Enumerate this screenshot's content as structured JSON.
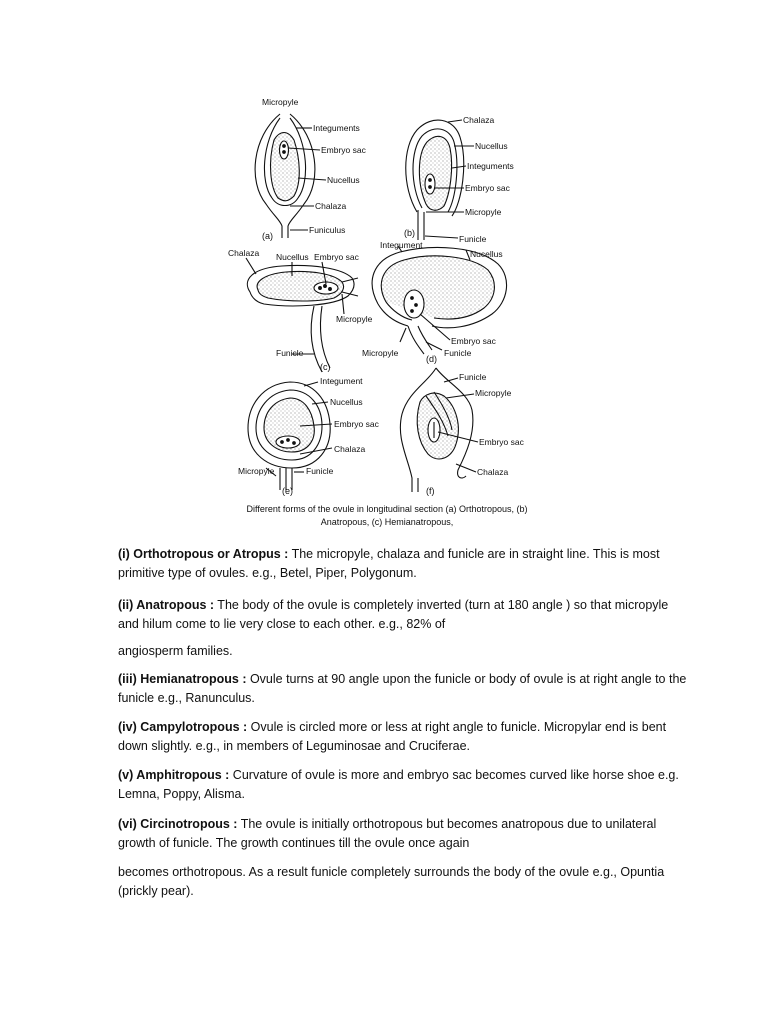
{
  "figure": {
    "a": {
      "tag": "(a)",
      "labels": [
        "Micropyle",
        "Integuments",
        "Embryo sac",
        "Nucellus",
        "Chalaza",
        "Funiculus"
      ]
    },
    "b": {
      "tag": "(b)",
      "labels": [
        "Chalaza",
        "Nucellus",
        "Integuments",
        "Embryo sac",
        "Micropyle",
        "Funicle"
      ]
    },
    "c": {
      "tag": "(c)",
      "labels": [
        "Chalaza",
        "Nucellus",
        "Embryo sac",
        "Micropyle",
        "Funicle"
      ]
    },
    "d": {
      "tag": "(d)",
      "labels": [
        "Integument",
        "Nucellus",
        "Embryo sac",
        "Funicle",
        "Micropyle"
      ]
    },
    "e": {
      "tag": "(e)",
      "labels": [
        "Integument",
        "Nucellus",
        "Embryo sac",
        "Chalaza",
        "Micropyle",
        "Funicle"
      ]
    },
    "f": {
      "tag": "(f)",
      "labels": [
        "Funicle",
        "Micropyle",
        "Embryo sac",
        "Chalaza"
      ]
    },
    "caption_line1": "Different forms of the ovule in longitudinal section (a) Orthotropous, (b)",
    "caption_line2": "Anatropous, (c) Hemianatropous,"
  },
  "paragraphs": [
    {
      "term": "(i) Orthotropous or Atropus :",
      "text": " The micropyle, chalaza and funicle are in straight line. This is most primitive type of ovules. e.g., Betel, Piper, Polygonum."
    },
    {
      "term": "(ii) Anatropous :",
      "text": " The body of the ovule is completely inverted (turn at 180 angle ) so that micropyle and hilum come to lie very close to each other. e.g., 82% of"
    },
    {
      "term": "",
      "text": "angiosperm families."
    },
    {
      "term": "(iii) Hemianatropous :",
      "text": " Ovule turns at 90 angle upon the funicle or body of ovule is at right angle to the funicle e.g., Ranunculus."
    },
    {
      "term": "(iv) Campylotropous :",
      "text": " Ovule is circled more or less at right angle to funicle. Micropylar end is bent down slightly. e.g., in members of Leguminosae and Cruciferae."
    },
    {
      "term": "(v) Amphitropous :",
      "text": " Curvature of ovule is more and embryo sac becomes curved like horse shoe e.g. Lemna, Poppy, Alisma."
    },
    {
      "term": "(vi) Circinotropous :",
      "text": " The ovule is initially orthotropous but becomes anatropous due to unilateral growth of funicle. The growth continues till the ovule once again"
    },
    {
      "term": "",
      "text": "becomes orthotropous. As a result funicle completely surrounds the body of the ovule e.g., Opuntia (prickly pear)."
    }
  ]
}
